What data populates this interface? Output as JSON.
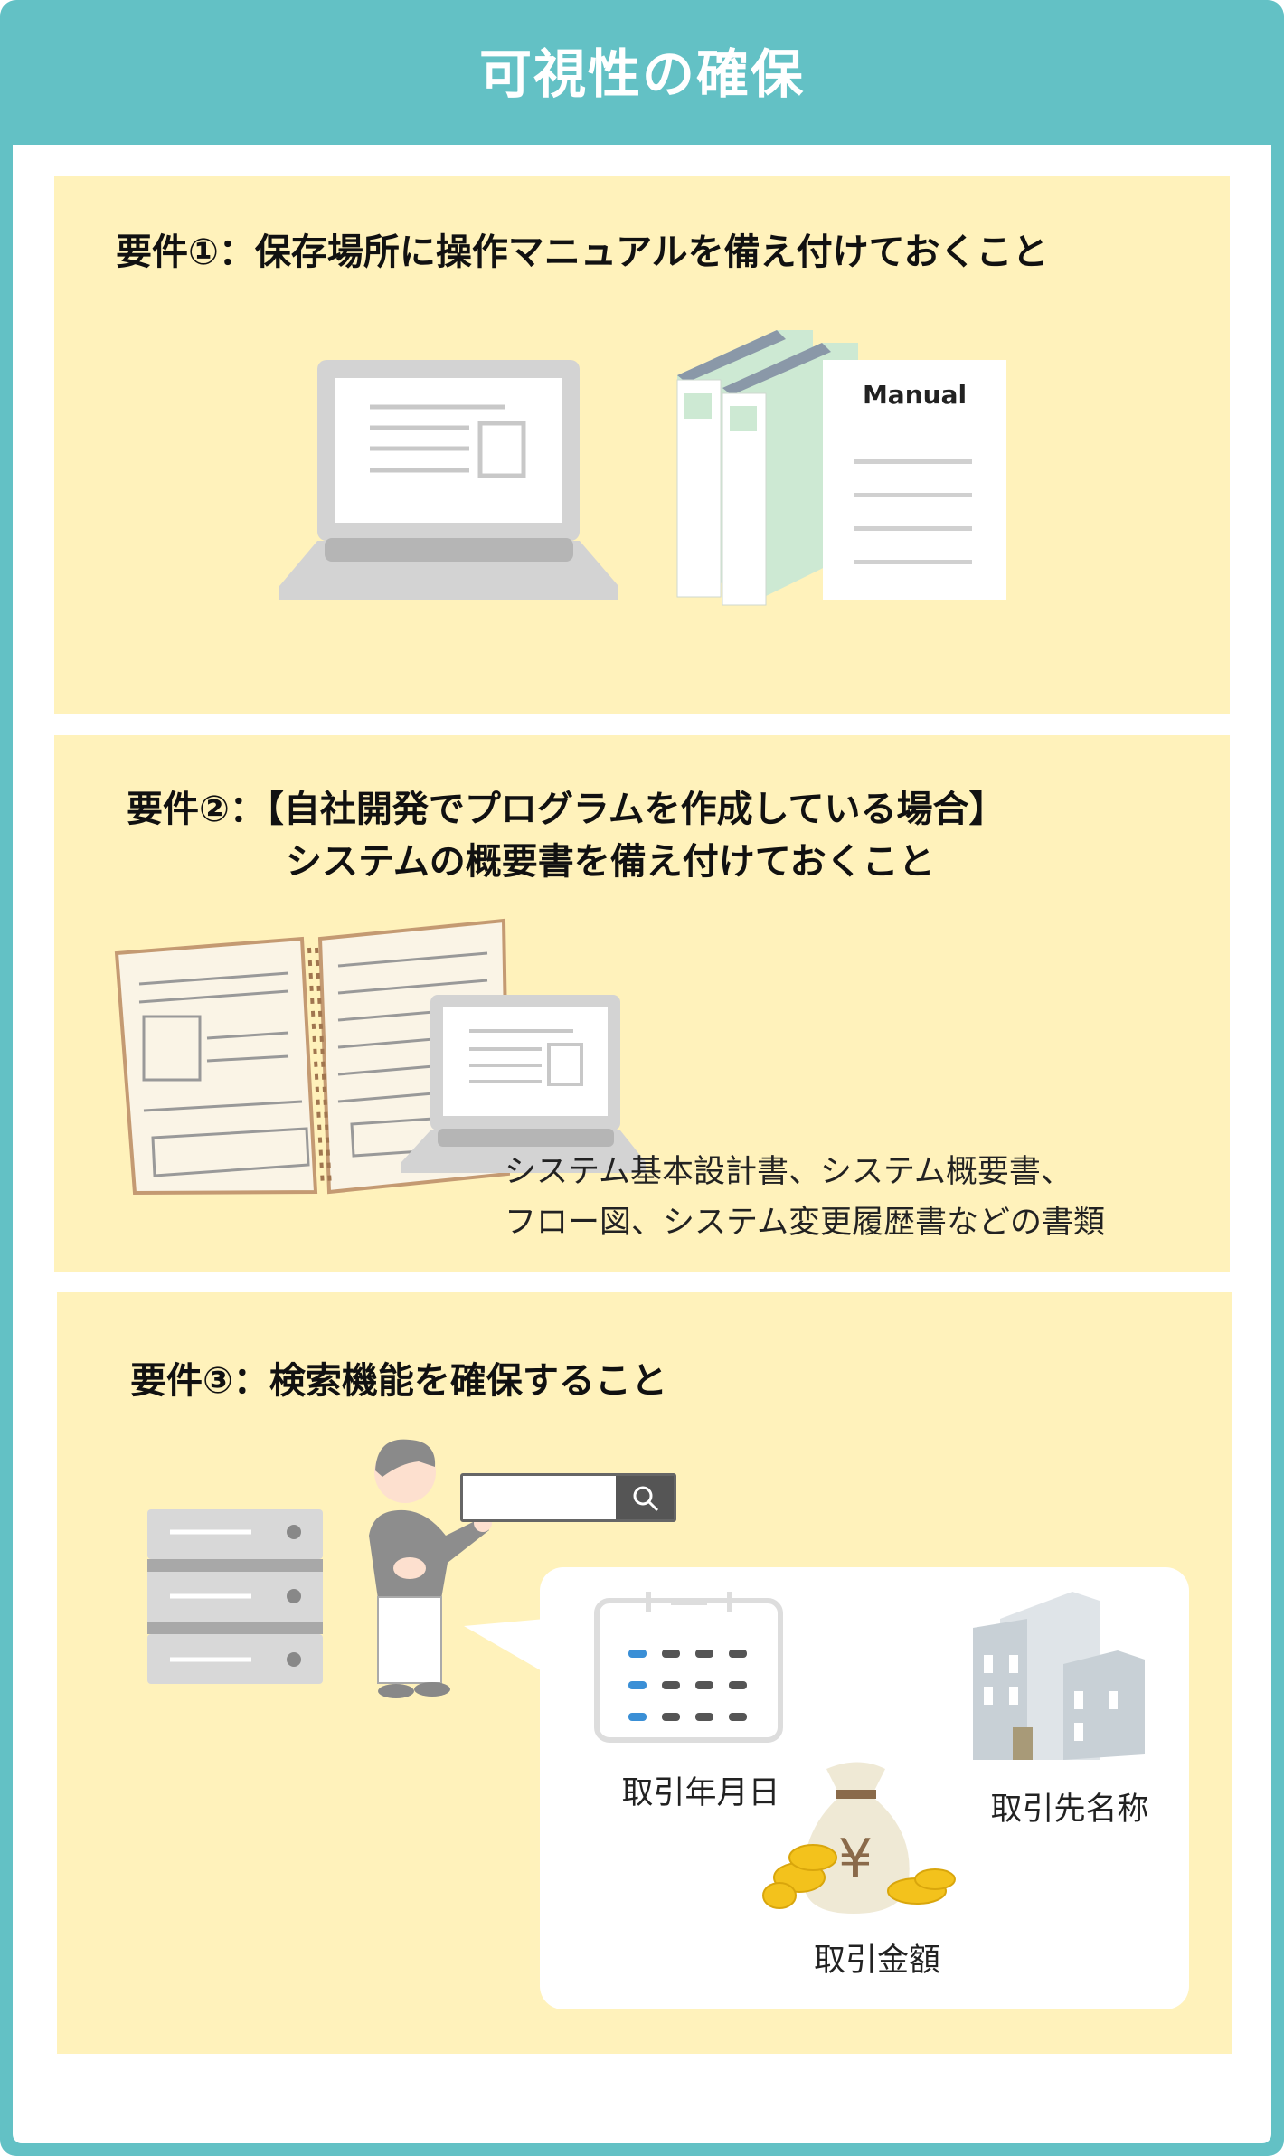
{
  "header": {
    "title": "可視性の確保"
  },
  "requirements": [
    {
      "title": "要件①：保存場所に操作マニュアルを備え付けておくこと",
      "manual_label": "Manual"
    },
    {
      "title_line1": "要件②：【自社開発でプログラムを作成している場合】",
      "title_line2": "システムの概要書を備え付けておくこと",
      "caption_line1": "システム基本設計書、システム概要書、",
      "caption_line2": "フロー図、システム変更履歴書などの書類"
    },
    {
      "title": "要件③：検索機能を確保すること",
      "search_items": [
        "取引年月日",
        "取引先名称",
        "取引金額"
      ]
    }
  ],
  "colors": {
    "teal": "#63c1c5",
    "panel": "#fff2bb",
    "accent_blue": "#3a8fd6",
    "coin": "#f3c21c"
  }
}
